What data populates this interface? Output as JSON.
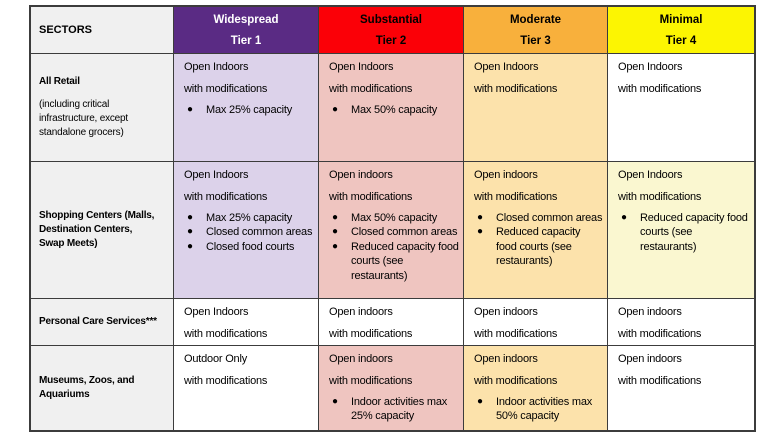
{
  "colors": {
    "page_bg": "#ffffff",
    "border": "#3c3c3c",
    "text": "#000000",
    "sector_bg": "#f0f0f0",
    "tier1_header_bg": "#5a2b84",
    "tier1_header_fg": "#ffffff",
    "tier2_header_bg": "#fb0007",
    "tier3_header_bg": "#f8b03c",
    "tier4_header_bg": "#fcf502",
    "dark_header_fg": "#000000",
    "cell_purple": "#dcd2ea",
    "cell_pink": "#efc5c0",
    "cell_orange": "#fce2ab",
    "cell_yellow": "#faf7d0",
    "cell_white": "#ffffff"
  },
  "header": {
    "sectors_label": "SECTORS",
    "tiers": [
      {
        "level": "Widespread",
        "tier": "Tier 1"
      },
      {
        "level": "Substantial",
        "tier": "Tier 2"
      },
      {
        "level": "Moderate",
        "tier": "Tier 3"
      },
      {
        "level": "Minimal",
        "tier": "Tier 4"
      }
    ]
  },
  "rows": [
    {
      "sector": {
        "title_lines": [
          "All Retail"
        ],
        "note_lines": [
          "(including critical",
          "infrastructure, except",
          "standalone grocers)"
        ]
      },
      "cells": [
        {
          "line1": "Open Indoors",
          "line2": "with modifications",
          "bullets": [
            "Max 25% capacity"
          ]
        },
        {
          "line1": "Open Indoors",
          "line2": "with modifications",
          "bullets": [
            "Max 50% capacity"
          ]
        },
        {
          "line1": "Open Indoors",
          "line2": "with modifications",
          "bullets": []
        },
        {
          "line1": "Open Indoors",
          "line2": "with modifications",
          "bullets": []
        }
      ]
    },
    {
      "sector": {
        "title_lines": [
          "Shopping Centers (Malls,",
          "Destination Centers,",
          "Swap Meets)"
        ],
        "note_lines": []
      },
      "cells": [
        {
          "line1": "Open Indoors",
          "line2": "with modifications",
          "bullets": [
            "Max 25% capacity",
            "Closed common areas",
            "Closed food courts"
          ]
        },
        {
          "line1": "Open indoors",
          "line2": "with modifications",
          "bullets": [
            "Max 50% capacity",
            "Closed common areas",
            "Reduced capacity food courts (see restaurants)"
          ]
        },
        {
          "line1": "Open indoors",
          "line2": "with modifications",
          "bullets": [
            "Closed common areas",
            "Reduced capacity food courts (see restaurants)"
          ]
        },
        {
          "line1": "Open Indoors",
          "line2": "with modifications",
          "bullets": [
            "Reduced capacity food courts (see restaurants)"
          ]
        }
      ]
    },
    {
      "sector": {
        "title_lines": [
          "Personal Care Services***"
        ],
        "note_lines": []
      },
      "cells": [
        {
          "line1": "Open Indoors",
          "line2": "with modifications",
          "bullets": []
        },
        {
          "line1": "Open indoors",
          "line2": "with modifications",
          "bullets": []
        },
        {
          "line1": "Open indoors",
          "line2": "with modifications",
          "bullets": []
        },
        {
          "line1": "Open indoors",
          "line2": "with modifications",
          "bullets": []
        }
      ]
    },
    {
      "sector": {
        "title_lines": [
          "Museums, Zoos, and",
          "Aquariums"
        ],
        "note_lines": []
      },
      "cells": [
        {
          "line1": "Outdoor Only",
          "line2": "with modifications",
          "bullets": []
        },
        {
          "line1": "Open indoors",
          "line2": "with modifications",
          "bullets": [
            "Indoor activities max 25% capacity"
          ]
        },
        {
          "line1": "Open indoors",
          "line2": "with modifications",
          "bullets": [
            "Indoor activities max 50% capacity"
          ]
        },
        {
          "line1": "Open indoors",
          "line2": "with modifications",
          "bullets": []
        }
      ]
    }
  ]
}
